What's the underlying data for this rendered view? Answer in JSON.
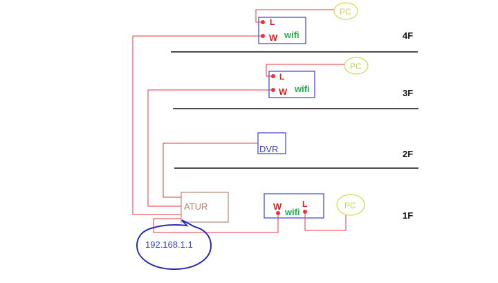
{
  "floors": {
    "f4": "4F",
    "f3": "3F",
    "f2": "2F",
    "f1": "1F"
  },
  "devices": {
    "pc": "PC",
    "wifi": "wifi",
    "port_l": "L",
    "port_w": "W",
    "dvr": "DVR",
    "atur": "ATUR",
    "router_ip": "192.168.1.1"
  },
  "colors": {
    "wire": "#e8343c",
    "box": "#4a4ae0",
    "wifi_text": "#22b14c",
    "port_text": "#d42020",
    "pc_circle": "#c8e05a",
    "atur_text": "#c08070",
    "atur_box": "#c09080",
    "callout": "#2a2ab8",
    "ip_text": "#3a46b8",
    "floor_line": "#111111"
  }
}
